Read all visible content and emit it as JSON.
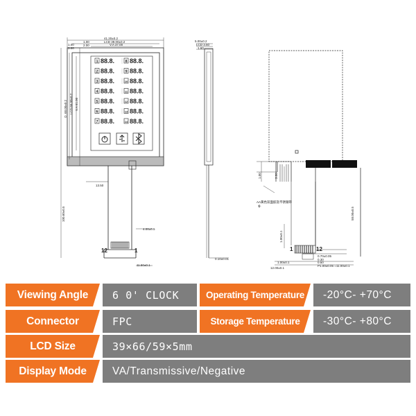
{
  "drawing": {
    "front_dims": {
      "top1": "41.20±0.2",
      "top2": "LCD 39.00±0.2",
      "top3": "V.A 37.00",
      "left_small1": "1.00",
      "left_small2": "2.00",
      "right_small1": "1.00",
      "right_small2": "3.00",
      "vertical1": "LCD 66.00±0.2",
      "vertical2": "V.A 61.00",
      "vertical3": "O. 68.00±0.2",
      "overall_height": "100.60±0.5",
      "bottom_offset": "13.50",
      "fpc_width": "11.50±0.1",
      "fpc_small": "4.00±0.5",
      "pin_left": "12",
      "pin_right": "1"
    },
    "side_dims": {
      "thickness1": "5.00±0.2",
      "thickness2": "LCD 3.50",
      "thickness3": "1.60",
      "fpc_thick": "0.10±0.01"
    },
    "back_dims": {
      "note": "AA黄色双面胶及不锈钢带",
      "note2": "补",
      "height": "58.00±0.5",
      "small1": "1.00",
      "small2": "3.50",
      "dim_a": "0.70±0.05",
      "dim_b": "0.30",
      "dim_c": "0.50",
      "dim_d": "1.00±0.1",
      "dim_e": "1.00±0.1",
      "pitch": "P1.00±0.05 =11.00±0.1",
      "total": "12.00±0.1",
      "pin_left": "1",
      "pin_right": "12"
    },
    "display_rows": [
      {
        "left_num": "1",
        "right_num": "8"
      },
      {
        "left_num": "2",
        "right_num": "9"
      },
      {
        "left_num": "3",
        "right_num": "10"
      },
      {
        "left_num": "4",
        "right_num": "11"
      },
      {
        "left_num": "5",
        "right_num": "12"
      },
      {
        "left_num": "6",
        "right_num": "13"
      },
      {
        "left_num": "7",
        "right_num": "14"
      }
    ],
    "digit_text": "88.8.",
    "icons": [
      "power-icon",
      "usb-icon",
      "bluetooth-icon"
    ]
  },
  "specs": {
    "viewing_angle": {
      "label": "Viewing Angle",
      "value": "6 0' CLOCK"
    },
    "operating_temperature": {
      "label": "Operating Temperature",
      "value": "-20°C- +70°C"
    },
    "connector": {
      "label": "Connector",
      "value": "FPC"
    },
    "storage_temperature": {
      "label": "Storage Temperature",
      "value": "-30°C- +80°C"
    },
    "lcd_size": {
      "label": "LCD Size",
      "value": "39×66/59×5mm"
    },
    "display_mode": {
      "label": "Display Mode",
      "value": "VA/Transmissive/Negative"
    }
  },
  "colors": {
    "label_bg": "#f07323",
    "value_bg": "#7e7e7e",
    "text": "#ffffff"
  }
}
